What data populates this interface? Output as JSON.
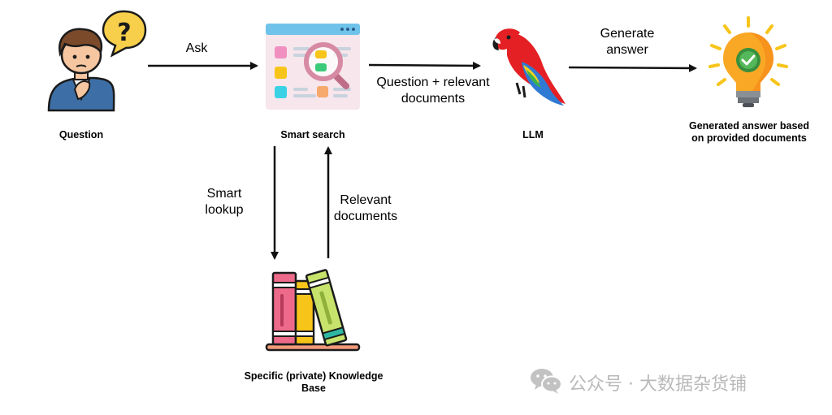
{
  "nodes": {
    "question": {
      "label": "Question",
      "icon": "person-question-icon"
    },
    "smart_search": {
      "label": "Smart search",
      "icon": "search-dashboard-icon"
    },
    "llm": {
      "label": "LLM",
      "icon": "parrot-icon"
    },
    "answer": {
      "label_line1": "Generated answer based",
      "label_line2": "on provided documents",
      "icon": "lightbulb-check-icon"
    },
    "kb": {
      "label_line1": "Specific (private) Knowledge",
      "label_line2": "Base",
      "icon": "books-icon"
    }
  },
  "edges": {
    "ask": "Ask",
    "question_docs_1": "Question + relevant",
    "question_docs_2": "documents",
    "generate_1": "Generate",
    "generate_2": "answer",
    "smart_lookup_1": "Smart",
    "smart_lookup_2": "lookup",
    "relevant_docs_1": "Relevant",
    "relevant_docs_2": "documents"
  },
  "watermark": {
    "text": "公众号 · 大数据杂货铺",
    "icon": "wechat-icon"
  },
  "colors": {
    "arrow": "#111111",
    "watermark": "#b9b9b9"
  }
}
